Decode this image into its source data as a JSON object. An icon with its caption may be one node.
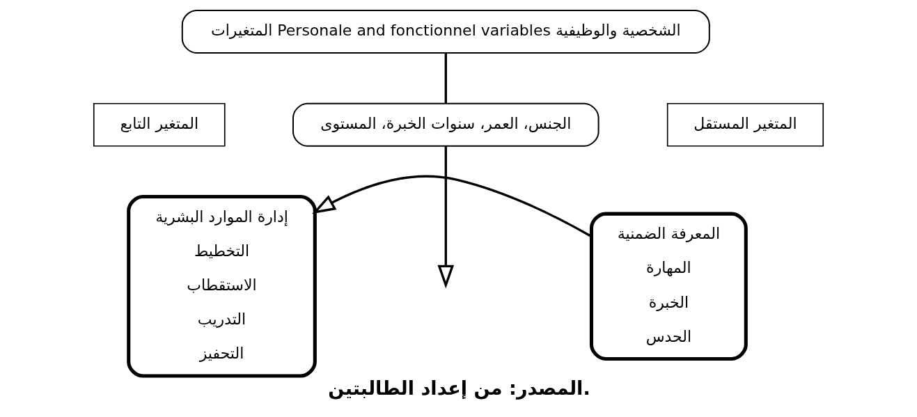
{
  "diagram": {
    "caption": "المصدر: من إعداد الطالبتين.",
    "nodes": [
      {
        "text": [
          "المتغيرات Personale and fonctionnel variables الشخصية والوظيفية"
        ]
      },
      {
        "text": [
          "الجنس، العمر، سنوات الخبرة، المستوى"
        ]
      },
      {
        "text": [
          "المعرفة الضمنية",
          "المهارة",
          "الخبرة",
          "الحدس"
        ]
      },
      {
        "text": [
          "إدارة الموارد البشرية",
          "التخطيط",
          "الاستقطاب",
          "التدريب",
          "التحفيز"
        ]
      },
      {
        "text": [
          "المتغير المستقل"
        ]
      },
      {
        "text": [
          "المتغير التابع"
        ]
      }
    ],
    "edges": [
      {
        "from": 0,
        "to": 1,
        "arrow": "none"
      },
      {
        "from": 1,
        "to": null,
        "arrow": "to"
      },
      {
        "from": 2,
        "to": 3,
        "arrow": "to"
      }
    ]
  }
}
